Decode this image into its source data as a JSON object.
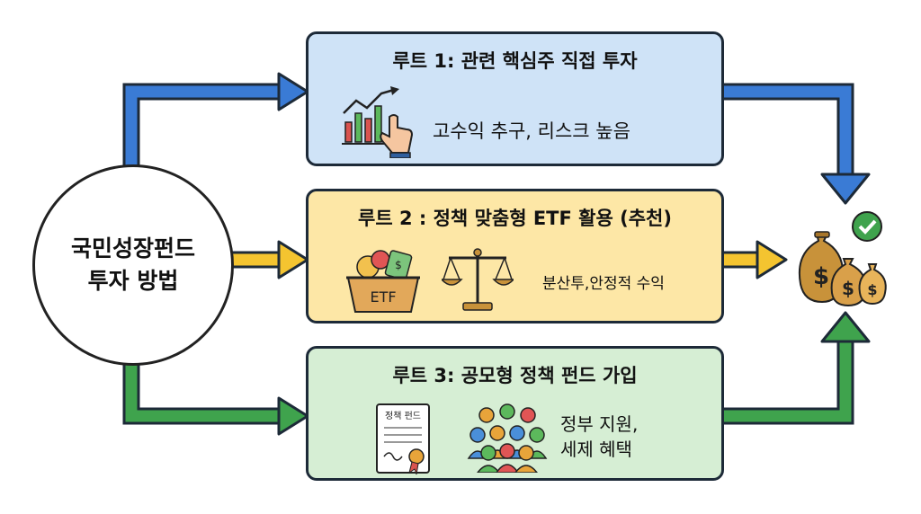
{
  "start": {
    "line1": "국민성장펀드",
    "line2": "투자 방법"
  },
  "routes": [
    {
      "title": "루트 1: 관련 핵심주 직접 투자",
      "desc": "고수익 추구, 리스크 높음",
      "color": "#cfe3f7",
      "arrow_color": "#3a7bd5",
      "icon": "growth-chart-hand-icon"
    },
    {
      "title": "루트 2 : 정책 맞춤형 ETF 활용 (추천)",
      "desc": "분산투,안정적 수익",
      "basket_label": "ETF",
      "color": "#fde7a6",
      "arrow_color": "#f4c430",
      "icons": [
        "etf-basket-icon",
        "balance-scale-icon"
      ]
    },
    {
      "title": "루트 3: 공모형 정책 펀드 가입",
      "desc_line1": "정부 지원,",
      "desc_line2": "세제 혜택",
      "document_label": "정책 펀드",
      "color": "#d6eed4",
      "arrow_color": "#3fa34d",
      "icons": [
        "policy-document-icon",
        "people-group-icon"
      ]
    }
  ],
  "goal": {
    "icon": "money-bags-check-icon"
  }
}
